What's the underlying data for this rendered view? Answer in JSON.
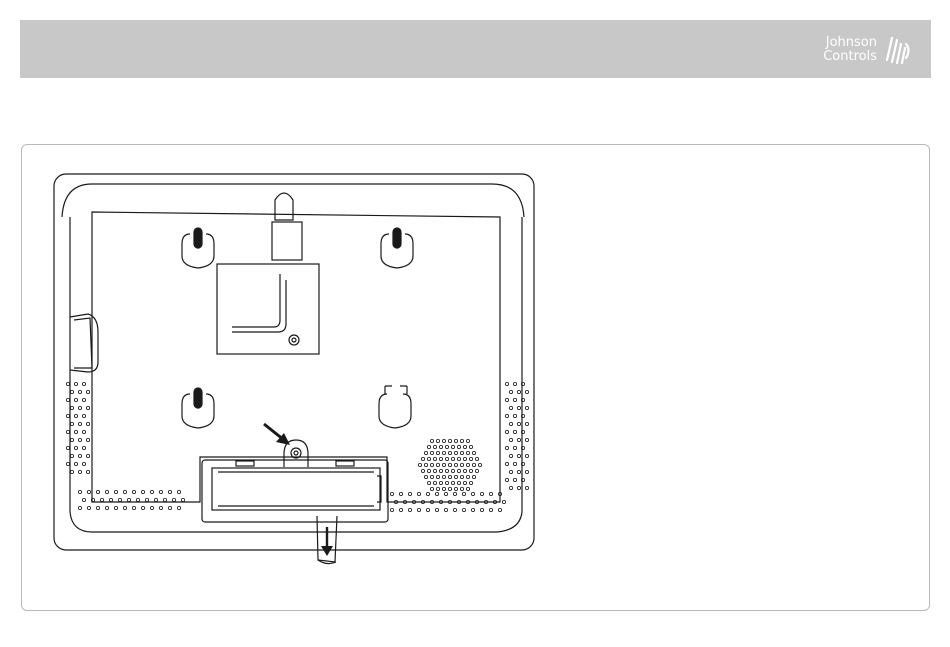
{
  "header": {
    "brand_line1": "Johnson",
    "brand_line2": "Controls",
    "logo_icon": "johnson-controls-logo-icon",
    "bar_color": "#c8c8c8"
  },
  "figure": {
    "subject": "device-back-plate-battery-removal",
    "line_color": "#1a1a1a"
  }
}
